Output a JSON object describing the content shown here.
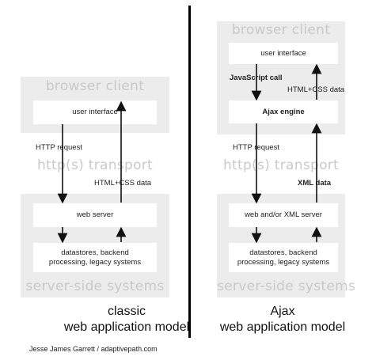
{
  "classic": {
    "client_title": "browser client",
    "transport_title": "http(s) transport",
    "server_title": "server-side systems",
    "ui_box": "user interface",
    "web_server_box": "web server",
    "data_box_line1": "datastores, backend",
    "data_box_line2": "processing, legacy systems",
    "request_label": "HTTP request",
    "response_label": "HTML+CSS data",
    "caption_line1": "classic",
    "caption_line2": "web application model"
  },
  "ajax": {
    "client_title": "browser client",
    "transport_title": "http(s) transport",
    "server_title": "server-side systems",
    "ui_box": "user interface",
    "engine_label": "Ajax engine",
    "js_call_label": "JavaScript call",
    "html_css_label": "HTML+CSS data",
    "request_label": "HTTP request",
    "xml_label": "XML data",
    "server_box": "web and/or XML server",
    "data_box_line1": "datastores, backend",
    "data_box_line2": "processing, legacy systems",
    "caption_line1": "Ajax",
    "caption_line2": "web application model"
  },
  "credit": "Jesse James Garrett / adaptivepath.com"
}
